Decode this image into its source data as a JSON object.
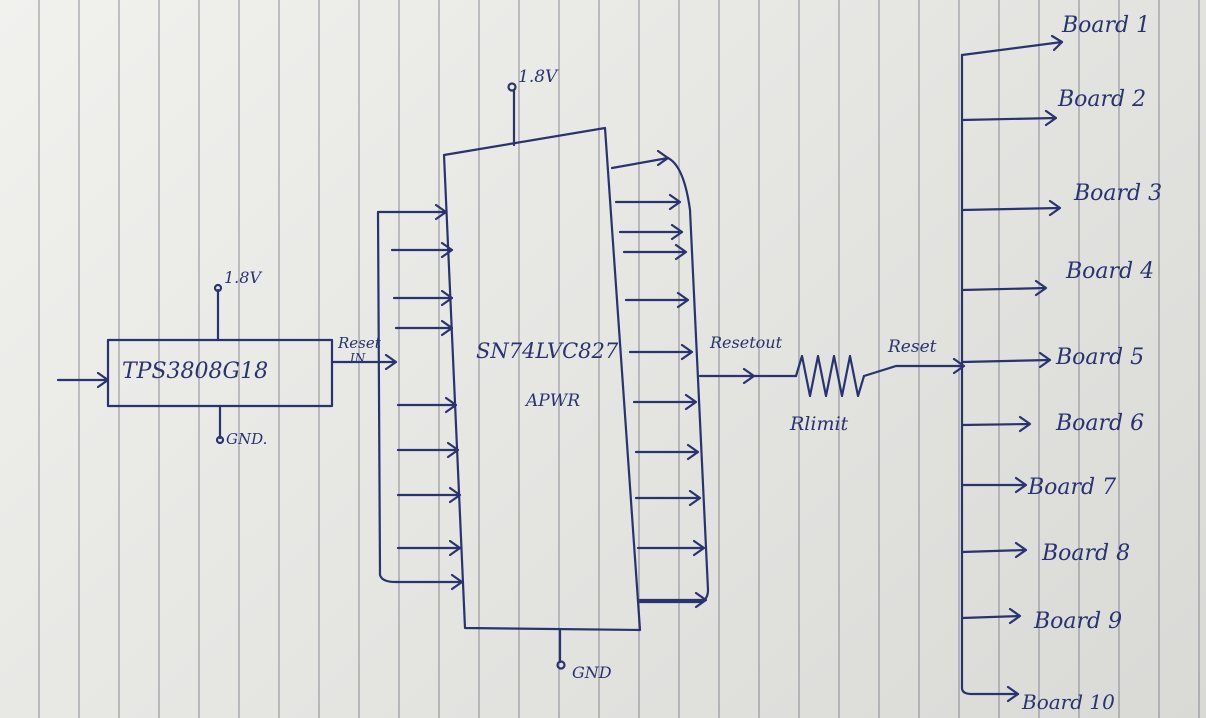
{
  "components": {
    "supervisor": {
      "label": "TPS3808G18",
      "vcc": "1.8V",
      "gnd": "GND."
    },
    "buffer": {
      "label": "SN74LVC827",
      "sublabel": "APWR",
      "vcc": "1.8V",
      "gnd": "GND"
    },
    "resistor": {
      "label": "Rlimit"
    }
  },
  "signals": {
    "reset_in_top": "Reset",
    "reset_in_bottom": "IN",
    "reset_out": "Resetout",
    "reset": "Reset"
  },
  "boards": [
    "Board 1",
    "Board 2",
    "Board 3",
    "Board 4",
    "Board 5",
    "Board 6",
    "Board 7",
    "Board 8",
    "Board 9",
    "Board 10"
  ],
  "colors": {
    "ink": "#2a3270",
    "paper": "#ecece9",
    "ruling": "#8a8a94"
  }
}
